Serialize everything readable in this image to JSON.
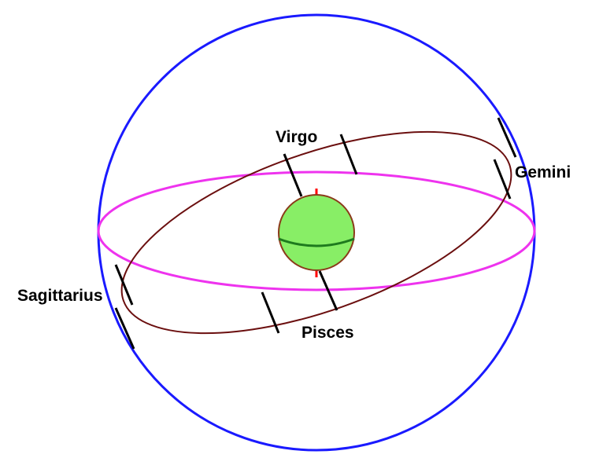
{
  "labels": {
    "virgo": "Virgo",
    "gemini": "Gemini",
    "sagittarius": "Sagittarius",
    "pisces": "Pisces"
  },
  "colors": {
    "celestial_sphere": "#1a1aff",
    "celestial_equator": "#ee33ee",
    "ecliptic": "#6b0f0f",
    "earth_fill": "#88ee66",
    "earth_outline": "#8b3a1a",
    "earth_equator": "#1e7a1e",
    "pole_marks": "#ff0000",
    "tick_marks": "#000000"
  }
}
